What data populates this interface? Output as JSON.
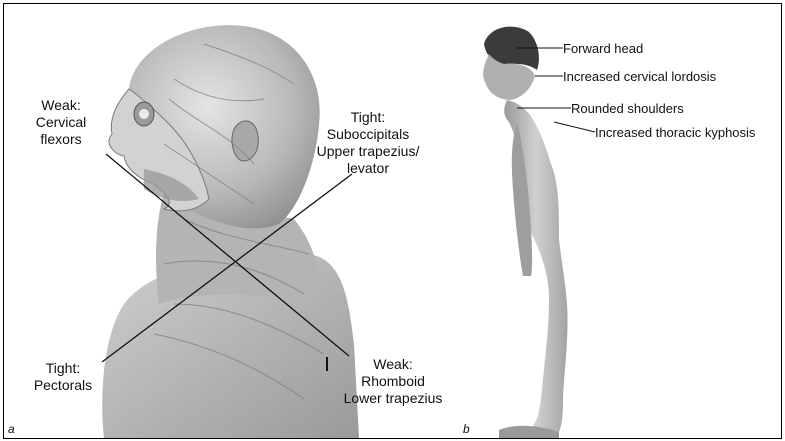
{
  "panel_a": {
    "letter": "a",
    "labels": {
      "weak_cervical": [
        "Weak:",
        "Cervical",
        "flexors"
      ],
      "tight_suboccipitals": [
        "Tight:",
        "Suboccipitals",
        "Upper trapezius/",
        "levator"
      ],
      "tight_pectorals": [
        "Tight:",
        "Pectorals"
      ],
      "weak_rhomboid": [
        "Weak:",
        "Rhomboid",
        "Lower trapezius"
      ]
    }
  },
  "panel_b": {
    "letter": "b",
    "annotations": [
      "Forward head",
      "Increased cervical lordosis",
      "Rounded shoulders",
      "Increased thoracic kyphosis"
    ]
  },
  "colors": {
    "frame": "#000000",
    "figure_shade": "#bcbcbc",
    "figure_dark": "#8a8a8a",
    "hair": "#3b3b3b"
  }
}
